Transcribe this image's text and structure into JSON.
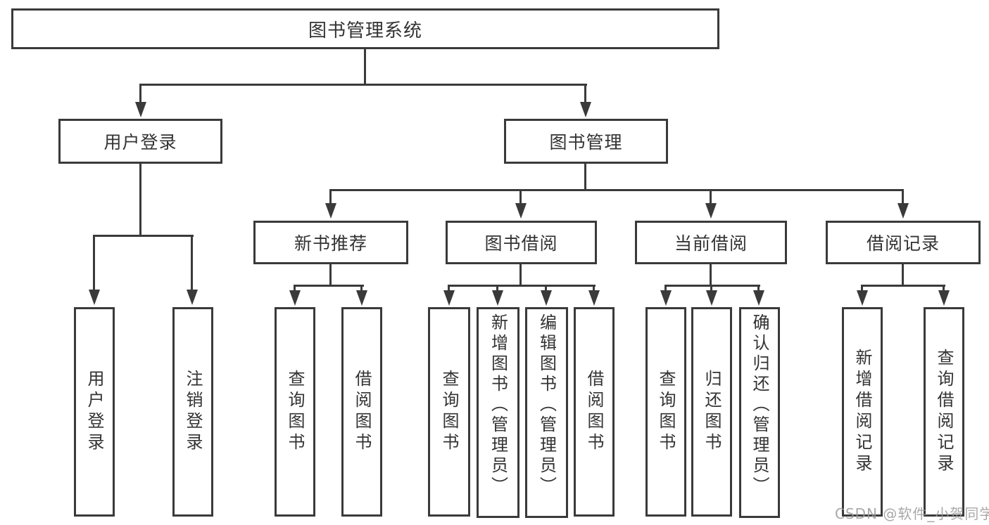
{
  "diagram": {
    "title": "图书管理系统",
    "type": "hierarchy-tree",
    "root": {
      "label": "图书管理系统"
    },
    "level2": [
      {
        "label": "用户登录"
      },
      {
        "label": "图书管理"
      }
    ],
    "level3": [
      {
        "label": "新书推荐"
      },
      {
        "label": "图书借阅"
      },
      {
        "label": "当前借阅"
      },
      {
        "label": "借阅记录"
      }
    ],
    "leaves": [
      {
        "label": "用户登录",
        "parent": "用户登录"
      },
      {
        "label": "注销登录",
        "parent": "用户登录"
      },
      {
        "label": "查询图书",
        "parent": "新书推荐"
      },
      {
        "label": "借阅图书",
        "parent": "新书推荐"
      },
      {
        "label": "查询图书",
        "parent": "图书借阅"
      },
      {
        "label": "新增图书（管理员）",
        "parent": "图书借阅"
      },
      {
        "label": "编辑图书（管理员）",
        "parent": "图书借阅"
      },
      {
        "label": "借阅图书",
        "parent": "图书借阅"
      },
      {
        "label": "查询图书",
        "parent": "当前借阅"
      },
      {
        "label": "归还图书",
        "parent": "当前借阅"
      },
      {
        "label": "确认归还（管理员）",
        "parent": "当前借阅"
      },
      {
        "label": "新增借阅记录",
        "parent": "借阅记录"
      },
      {
        "label": "查询借阅记录",
        "parent": "借阅记录"
      }
    ],
    "colors": {
      "line": "#3a3a3a",
      "text": "#333333",
      "background": "#ffffff"
    }
  },
  "watermark": {
    "text": "CSDN @软件_小贺同学",
    "color": "#999999"
  }
}
